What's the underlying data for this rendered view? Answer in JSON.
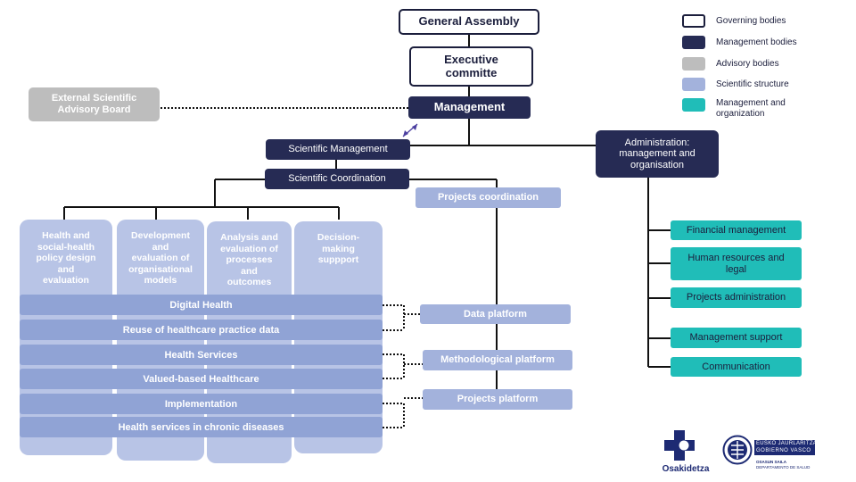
{
  "governing": {
    "general_assembly": "General Assembly",
    "executive": [
      "Executive",
      "committe"
    ]
  },
  "management_bodies": {
    "management": "Management",
    "scientific_management": "Scientific Management",
    "scientific_coordination": "Scientific Coordination",
    "administration": [
      "Administration:",
      "management and",
      "organisation"
    ]
  },
  "advisory": {
    "external_board": [
      "External Scientific",
      "Advisory Board"
    ]
  },
  "scientific_structure": {
    "projects_coordination": "Projects coordination",
    "columns": [
      [
        "Health and",
        "social-health",
        "policy design",
        "and",
        "evaluation"
      ],
      [
        "Development",
        "and",
        "evaluation of",
        "organisational",
        "models"
      ],
      [
        "Analysis and",
        "evaluation of",
        "processes",
        "and",
        "outcomes"
      ],
      [
        "Decision-",
        "making",
        "suppport"
      ]
    ],
    "bands": [
      "Digital Health",
      "Reuse of healthcare practice data",
      "Health Services",
      "Valued-based Healthcare",
      "Implementation",
      "Health services in chronic diseases"
    ],
    "platforms": [
      "Data platform",
      "Methodological platform",
      "Projects platform"
    ]
  },
  "management_organization": {
    "items": [
      [
        "Financial management"
      ],
      [
        "Human resources and",
        "legal"
      ],
      [
        "Projects administration"
      ],
      [
        "Management support"
      ],
      [
        "Communication"
      ]
    ]
  },
  "legend": [
    {
      "label": [
        "Governing bodies"
      ],
      "style": "outline",
      "color": "#1b1e3c"
    },
    {
      "label": [
        "Management bodies"
      ],
      "style": "fill",
      "color": "#262b54"
    },
    {
      "label": [
        "Advisory bodies"
      ],
      "style": "fill",
      "color": "#bdbdbd"
    },
    {
      "label": [
        "Scientific structure"
      ],
      "style": "fill",
      "color": "#a3b2dc"
    },
    {
      "label": [
        "Management and",
        "organization"
      ],
      "style": "fill",
      "color": "#20bdb8"
    }
  ],
  "logos": {
    "osakidetza": "Osakidetza",
    "gov_line1": "EUSKO JAURLARITZA",
    "gov_line2": "GOBIERNO VASCO",
    "gov_line3": "OSASUN SAILA",
    "gov_line4": "DEPARTAMENTO DE SALUD"
  },
  "colors": {
    "navy": "#262b54",
    "grey": "#bdbdbd",
    "blue_light": "#a3b2dc",
    "blue_band": "#90a3d5",
    "teal": "#20bdb8"
  }
}
